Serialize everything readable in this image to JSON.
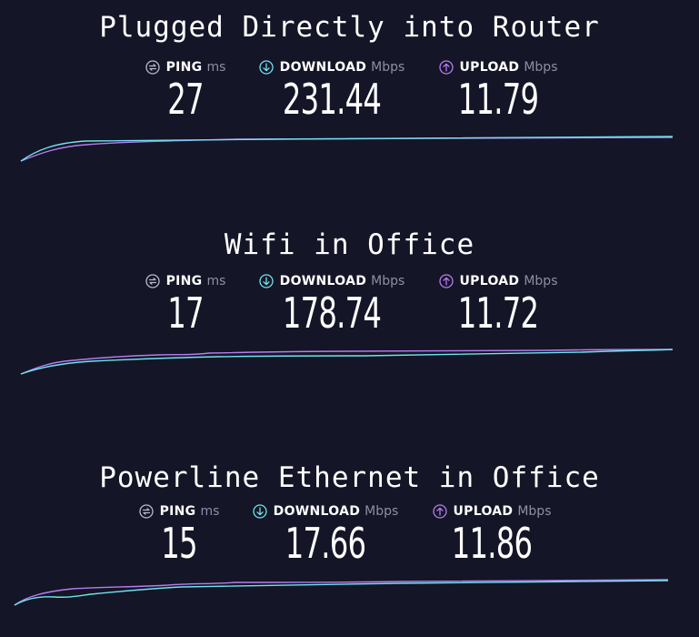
{
  "colors": {
    "background": "#141526",
    "download": "#6ee3ef",
    "upload": "#b67cf0",
    "unit": "#8d8fa4",
    "ping_icon": "#b9bacb"
  },
  "icons": {
    "ping": "ping-icon",
    "download": "download-arrow-icon",
    "upload": "upload-arrow-icon"
  },
  "tests": [
    {
      "title": "Plugged Directly into Router",
      "ping": {
        "label": "PING",
        "unit": "ms",
        "value": "27"
      },
      "download": {
        "label": "DOWNLOAD",
        "unit": "Mbps",
        "value": "231.44"
      },
      "upload": {
        "label": "UPLOAD",
        "unit": "Mbps",
        "value": "11.79"
      }
    },
    {
      "title": "Wifi in Office",
      "ping": {
        "label": "PING",
        "unit": "ms",
        "value": "17"
      },
      "download": {
        "label": "DOWNLOAD",
        "unit": "Mbps",
        "value": "178.74"
      },
      "upload": {
        "label": "UPLOAD",
        "unit": "Mbps",
        "value": "11.72"
      }
    },
    {
      "title": "Powerline Ethernet in Office",
      "ping": {
        "label": "PING",
        "unit": "ms",
        "value": "15"
      },
      "download": {
        "label": "DOWNLOAD",
        "unit": "Mbps",
        "value": "17.66"
      },
      "upload": {
        "label": "UPLOAD",
        "unit": "Mbps",
        "value": "11.86"
      }
    }
  ]
}
